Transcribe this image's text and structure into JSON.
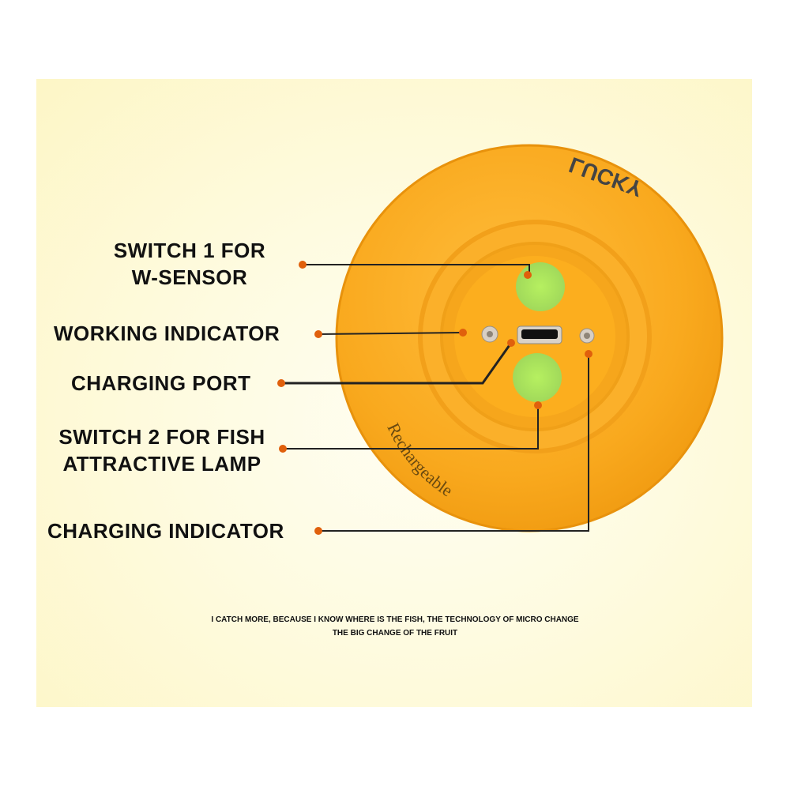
{
  "labels": {
    "switch1": [
      "SWITCH 1 FOR",
      "W-SENSOR"
    ],
    "working_indicator": "WORKING INDICATOR",
    "charging_port": "CHARGING PORT",
    "switch2": [
      "SWITCH 2 FOR FISH",
      "ATTRACTIVE LAMP"
    ],
    "charging_indicator": "CHARGING INDICATOR"
  },
  "device": {
    "brand": "LUCKY",
    "marking": "Rechargeable"
  },
  "tagline": {
    "line1": "I CATCH MORE, BECAUSE I KNOW WHERE IS THE FISH, THE TECHNOLOGY OF MICRO CHANGE",
    "line2": "THE BIG CHANGE OF THE FRUIT"
  },
  "colors": {
    "body": "#f7a51c",
    "button": "#a8e25a",
    "callout_dot": "#e0600c",
    "background": "#fdf8d2"
  }
}
